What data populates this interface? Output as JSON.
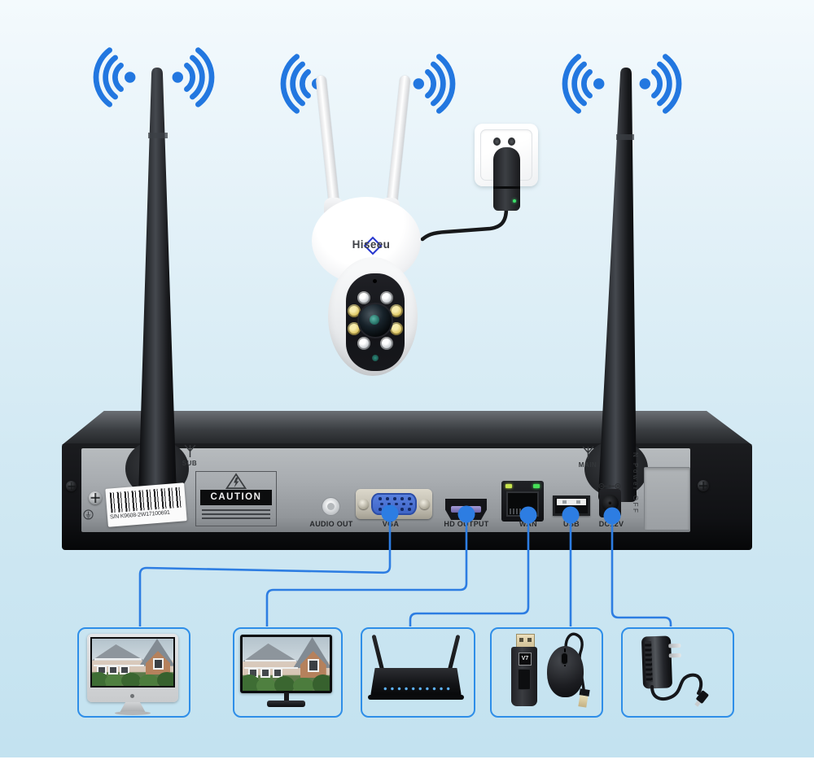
{
  "meta": {
    "description": "Hiseeu wireless security camera kit NVR connection diagram"
  },
  "colors": {
    "wifi_blue": "#2277e0",
    "line_blue": "#2d7de2",
    "box_border_blue": "#2e8ee8",
    "background_top": "#f4fafd",
    "background_bottom": "#c3e2f0"
  },
  "camera": {
    "brand_logo": "Hiseeu"
  },
  "nvr": {
    "antennas": [
      {
        "label": "SUB"
      },
      {
        "label": "MAIN"
      }
    ],
    "serial_label": "S/N K9608-2W17100691",
    "caution_label": "CAUTION",
    "power_switch_label": "N Power OFF",
    "ports": [
      {
        "id": "audio-out",
        "label": "AUDIO OUT",
        "connected": false
      },
      {
        "id": "vga",
        "label": "VGA",
        "connected": true
      },
      {
        "id": "hd-output",
        "label": "HD OUTPUT",
        "connected": true
      },
      {
        "id": "wan",
        "label": "WAN",
        "connected": true
      },
      {
        "id": "usb",
        "label": "USB",
        "connected": true
      },
      {
        "id": "dc-12v",
        "label": "DC12V",
        "connected": true
      }
    ]
  },
  "peripherals": [
    {
      "id": "monitor-imac",
      "icon": "imac-monitor-house-image",
      "connected_port": "VGA"
    },
    {
      "id": "monitor-flat",
      "icon": "flat-monitor-house-image",
      "connected_port": "HD OUTPUT"
    },
    {
      "id": "wifi-router",
      "icon": "router-two-antennas",
      "connected_port": "WAN"
    },
    {
      "id": "usb-drive-and-mouse",
      "icon": "usb-flash-drive-and-mouse",
      "connected_port": "USB",
      "drive_logo": "V7"
    },
    {
      "id": "power-adapter",
      "icon": "dc-power-adapter",
      "connected_port": "DC12V"
    }
  ]
}
